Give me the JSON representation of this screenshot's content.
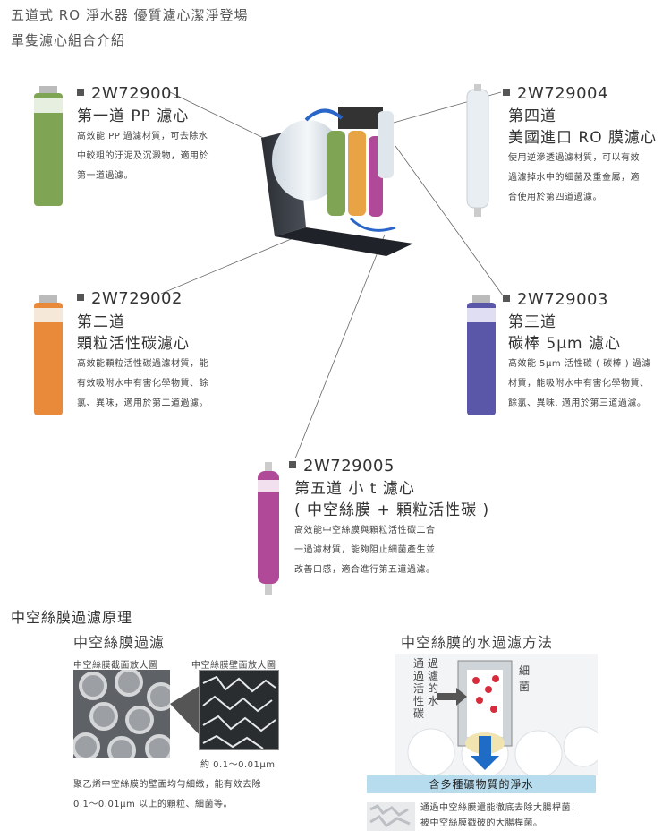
{
  "header": {
    "line1": "五道式 RO 淨水器 優質濾心潔淨登場",
    "line2": "單隻濾心組合介紹"
  },
  "filters": [
    {
      "code": "2W729001",
      "title": "第一道 PP 濾心",
      "desc": [
        "高效能 PP 過濾材質，可去除水",
        "中較粗的汙泥及沉澱物，適用於",
        "第一道過濾。"
      ],
      "color": "#7ea454"
    },
    {
      "code": "2W729002",
      "title_lines": [
        "第二道",
        "顆粒活性碳濾心"
      ],
      "desc": [
        "高效能顆粒活性碳過濾材質，能",
        "有效吸附水中有害化學物質、餘",
        "氯、異味，適用於第二道過濾。"
      ],
      "color": "#e88a3a"
    },
    {
      "code": "2W729004",
      "title_lines": [
        "第四道",
        "美國進口 RO 膜濾心"
      ],
      "desc": [
        "使用逆滲透過濾材質，可以有效",
        "過濾掉水中的細菌及重金屬，適",
        "合使用於第四道過濾。"
      ],
      "color": "#e8eef2"
    },
    {
      "code": "2W729003",
      "title_lines": [
        "第三道",
        "碳棒 5μm 濾心"
      ],
      "desc": [
        "高效能 5μm 活性碳 ( 碳棒 ) 過濾",
        "材質，能吸附水中有害化學物質、",
        "餘氯、異味. 適用於第三道過濾。"
      ],
      "color": "#5a56a8"
    },
    {
      "code": "2W729005",
      "title_lines": [
        "第五道 小 t 濾心",
        "( 中空絲膜 + 顆粒活性碳 )"
      ],
      "desc": [
        "高效能中空絲膜與顆粒活性碳二合",
        "一過濾材質，能夠阻止細菌產生並",
        "改善口感，適合進行第五道過濾。"
      ],
      "color": "#b04a98"
    }
  ],
  "principle": {
    "title": "中空絲膜過濾原理",
    "left": {
      "subtitle": "中空絲膜過濾",
      "cap_cross": "中空絲膜截面放大圖",
      "cap_wall": "中空絲膜壁面放大圖",
      "scale": "約 0.1～0.01μm",
      "desc": [
        "聚乙烯中空絲膜的壁面均勻細緻，能有效去除",
        "0.1～0.01μm 以上的顆粒、細菌等。"
      ]
    },
    "right": {
      "subtitle": "中空絲膜的水過濾方法",
      "vert_col1": [
        "通",
        "過",
        "活",
        "性",
        "碳"
      ],
      "vert_col2": [
        "過",
        "濾",
        "的",
        "水"
      ],
      "vert_col3": [
        "細",
        "菌"
      ],
      "banner": "含多種礦物質的淨水",
      "note": [
        "通過中空絲膜還能徹底去除大腸桿菌！",
        "被中空絲膜戳破的大腸桿菌。"
      ]
    }
  }
}
